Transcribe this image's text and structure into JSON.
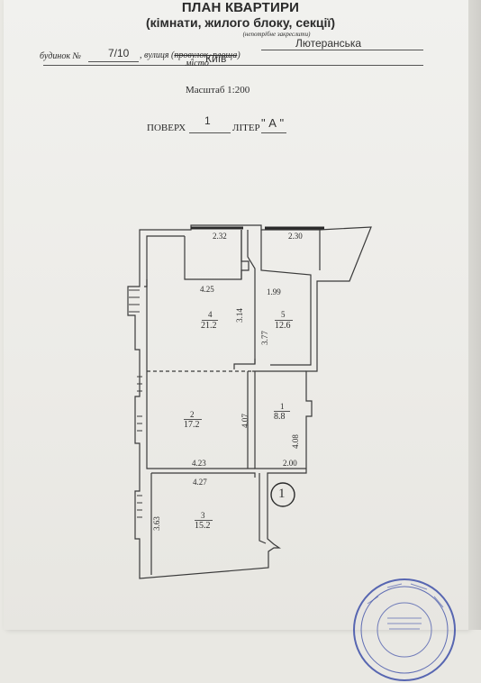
{
  "header": {
    "title": "ПЛАН КВАРТИРИ",
    "subtitle": "(кімнати, жилого блоку, секції)",
    "note": "(непотрібне закреслити)"
  },
  "address": {
    "building_label": "будинок №",
    "building_number": "7/10",
    "street_label_prefix": ", вулиця (",
    "street_label_struck": "провулок, площа",
    "street_label_suffix": ")",
    "street_name": "Лютеранська",
    "city_label": "місто",
    "city_name": "Київ"
  },
  "scale_text": "Масштаб 1:200",
  "floor": {
    "floor_label": "ПОВЕРХ",
    "floor_value": "1",
    "letter_label": "ЛІТЕР",
    "letter_value": "\" А \""
  },
  "plan": {
    "dimensions": {
      "top_left": "2.32",
      "top_right": "2.30",
      "room4_width": "4.25",
      "room4_height": "3.14",
      "room5_width": "1.99",
      "room5_height": "3.77",
      "room2_height": "4.07",
      "room1_height": "4.08",
      "room2_width": "4.23",
      "room1_width": "2.00",
      "room3_width": "4.27",
      "room3_height": "3.63"
    },
    "rooms": [
      {
        "num": "4",
        "area": "21.2"
      },
      {
        "num": "5",
        "area": "12.6"
      },
      {
        "num": "2",
        "area": "17.2"
      },
      {
        "num": "1",
        "area": "8.8"
      },
      {
        "num": "3",
        "area": "15.2"
      }
    ],
    "entrance_marker": "1"
  },
  "colors": {
    "ink": "#2e2e2e",
    "stamp": "#3d4fa8",
    "paper": "#efeeea"
  }
}
